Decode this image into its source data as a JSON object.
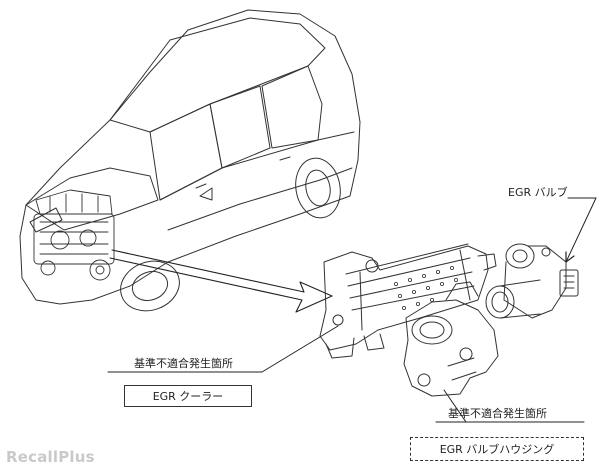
{
  "labels": {
    "egr_valve": "EGR バルブ",
    "defect_location_1": "基準不適合発生箇所",
    "egr_cooler": "EGR クーラー",
    "defect_location_2": "基準不適合発生箇所",
    "egr_valve_housing": "EGR バルブハウジング"
  },
  "watermark": "RecallPlus",
  "colors": {
    "line": "#333333",
    "watermark": "#c9c9c9"
  }
}
